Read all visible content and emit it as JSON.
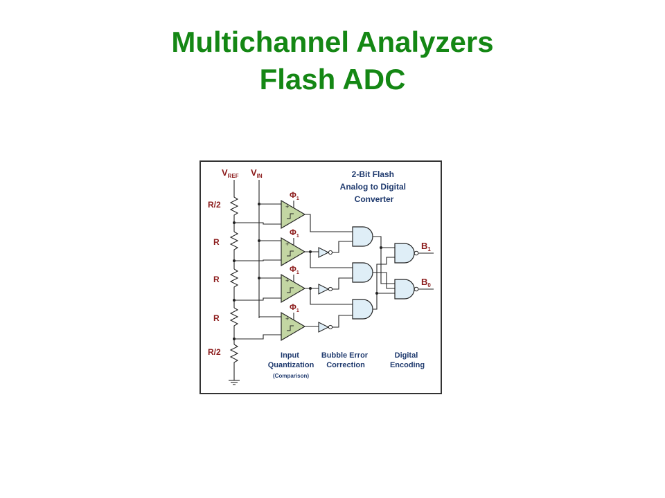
{
  "slide": {
    "title_line1": "Multichannel Analyzers",
    "title_line2": "Flash ADC"
  },
  "diagram": {
    "title_lines": [
      "2-Bit Flash",
      "Analog to Digital",
      "Converter"
    ],
    "vref_main": "V",
    "vref_sub": "REF",
    "vin_main": "V",
    "vin_sub": "IN",
    "phi_main": "Φ",
    "phi_sub": "1",
    "resistors": [
      "R/2",
      "R",
      "R",
      "R",
      "R/2"
    ],
    "outputs": [
      {
        "main": "B",
        "sub": "1"
      },
      {
        "main": "B",
        "sub": "0"
      }
    ],
    "sections": {
      "input_line1": "Input",
      "input_line2": "Quantization",
      "input_note": "(Comparison)",
      "bubble_line1": "Bubble Error",
      "bubble_line2": "Correction",
      "digital_line1": "Digital",
      "digital_line2": "Encoding"
    },
    "colors": {
      "comparator_fill": "#c3d6a3",
      "gate_fill": "#dfeef7",
      "title_green": "#148714",
      "label_red": "#8b1a1a",
      "label_blue": "#1f3a6e"
    }
  }
}
